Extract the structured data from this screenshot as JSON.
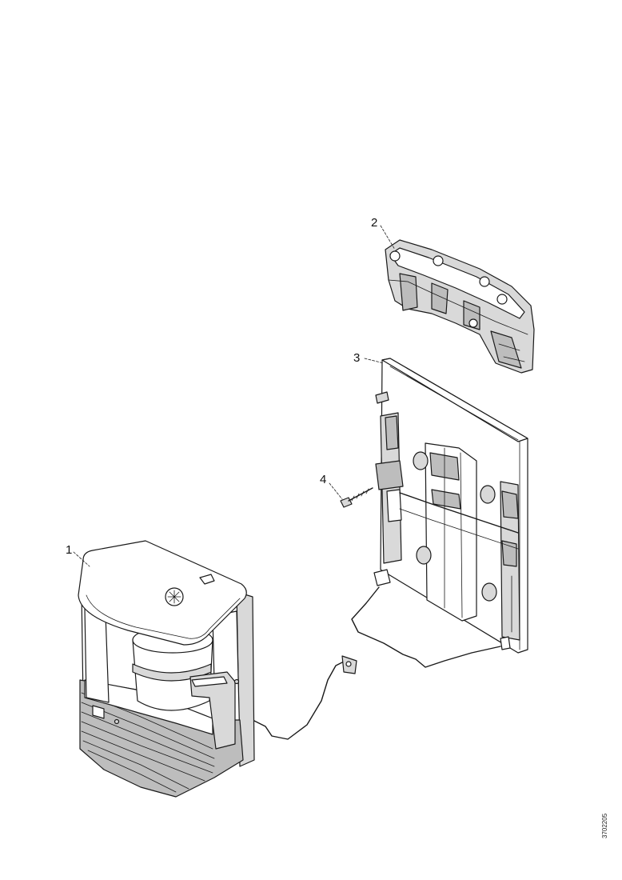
{
  "callouts": [
    {
      "id": "1",
      "label": "1"
    },
    {
      "id": "2",
      "label": "2"
    },
    {
      "id": "3",
      "label": "3"
    },
    {
      "id": "4",
      "label": "4"
    }
  ],
  "parts": {
    "unit": "1",
    "rear_bracket": "2",
    "mounting_plate": "3",
    "screw": "4"
  },
  "reference_code": "3702205"
}
